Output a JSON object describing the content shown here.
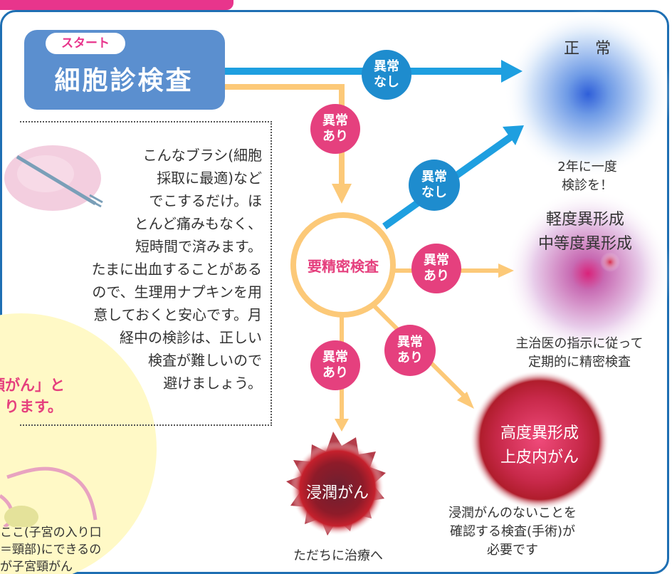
{
  "start": {
    "badge": "スタート",
    "title": "細胞診検査"
  },
  "badges": {
    "no_abnormal_top": [
      "異常",
      "なし"
    ],
    "abnormal_down": [
      "異常",
      "あり"
    ],
    "no_abnormal_diag": [
      "異常",
      "なし"
    ],
    "abnormal_right": [
      "異常",
      "あり"
    ],
    "abnormal_left_down": [
      "異常",
      "あり"
    ],
    "abnormal_right_down": [
      "異常",
      "あり"
    ]
  },
  "review": "要精密検査",
  "normal": {
    "title": "正　常",
    "note_line1": "2年に一度",
    "note_line2": "検診を！"
  },
  "mild": {
    "line1": "軽度異形成",
    "line2": "中等度異形成",
    "note_line1": "主治医の指示に従って",
    "note_line2": "定期的に精密検査"
  },
  "severe": {
    "line1": "高度異形成",
    "line2": "上皮内がん",
    "note_line1": "浸潤がんのないことを",
    "note_line2": "確認する検査(手術)が",
    "note_line3": "必要です"
  },
  "invasive": {
    "title": "浸潤がん",
    "note": "ただちに治療へ"
  },
  "description": [
    "こんなブラシ(細胞",
    "採取に最適)など",
    "でこするだけ。ほ",
    "とんど痛みもなく、",
    "短時間で済みます。",
    "たまに出血することがある",
    "ので、生理用ナプキンを用",
    "意しておくと安心です。月",
    "経中の検診は、正しい",
    "検査が難しいので",
    "避けましょう。"
  ],
  "side_panel": {
    "line1": "頸がん」と",
    "line2": "ります。",
    "caption1": "ここ(子宮の入り口",
    "caption2": "＝頸部)にできるの",
    "caption3": "が子宮頸がん"
  },
  "colors": {
    "frame": "#1e6fb3",
    "accent": "#e8358c",
    "arrow_blue": "#1e9fe0",
    "arrow_orange": "#fcc978",
    "box": "#5b8fcf"
  }
}
